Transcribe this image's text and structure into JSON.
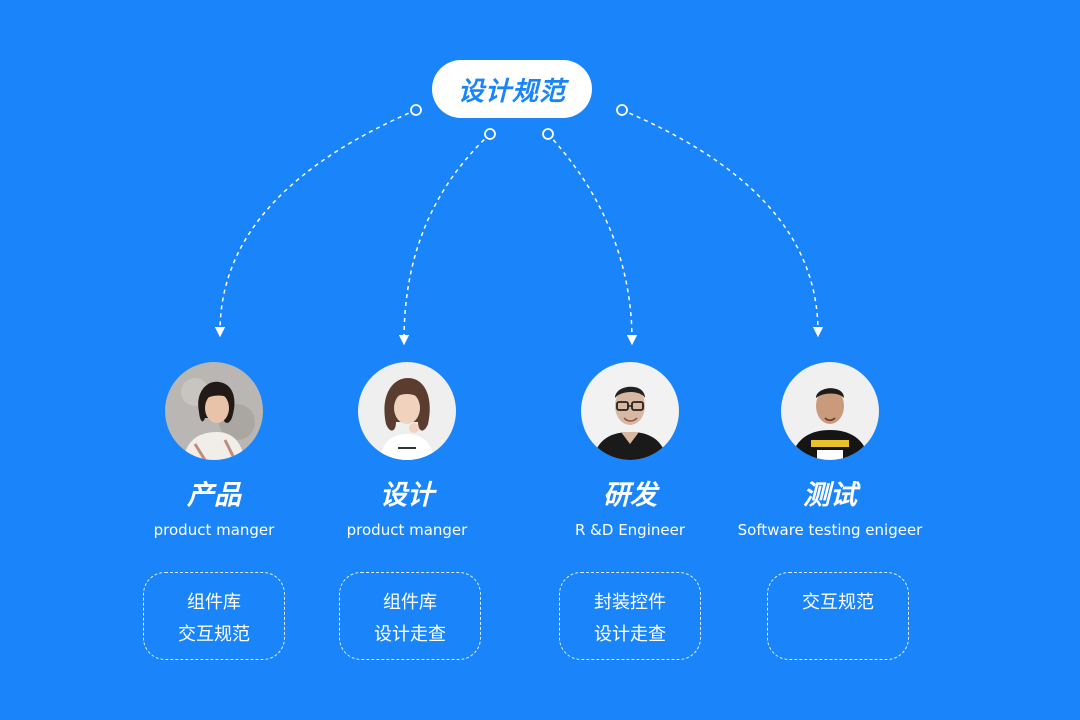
{
  "root": {
    "label": "设计规范"
  },
  "roles": [
    {
      "title": "产品",
      "subtitle": "product manger",
      "avatar_icon": "woman-short-hair-avatar-icon",
      "tasks": [
        "组件库",
        "交互规范"
      ]
    },
    {
      "title": "设计",
      "subtitle": "product manger",
      "avatar_icon": "woman-long-hair-avatar-icon",
      "tasks": [
        "组件库",
        "设计走查"
      ]
    },
    {
      "title": "研发",
      "subtitle": "R &D Engineer",
      "avatar_icon": "man-glasses-avatar-icon",
      "tasks": [
        "封装控件",
        "设计走查"
      ]
    },
    {
      "title": "测试",
      "subtitle": "Software testing enigeer",
      "avatar_icon": "man-tshirt-avatar-icon",
      "tasks": [
        "交互规范"
      ]
    }
  ],
  "colors": {
    "background": "#1a85fb",
    "foreground": "#ffffff",
    "accent": "#1a85fb"
  }
}
